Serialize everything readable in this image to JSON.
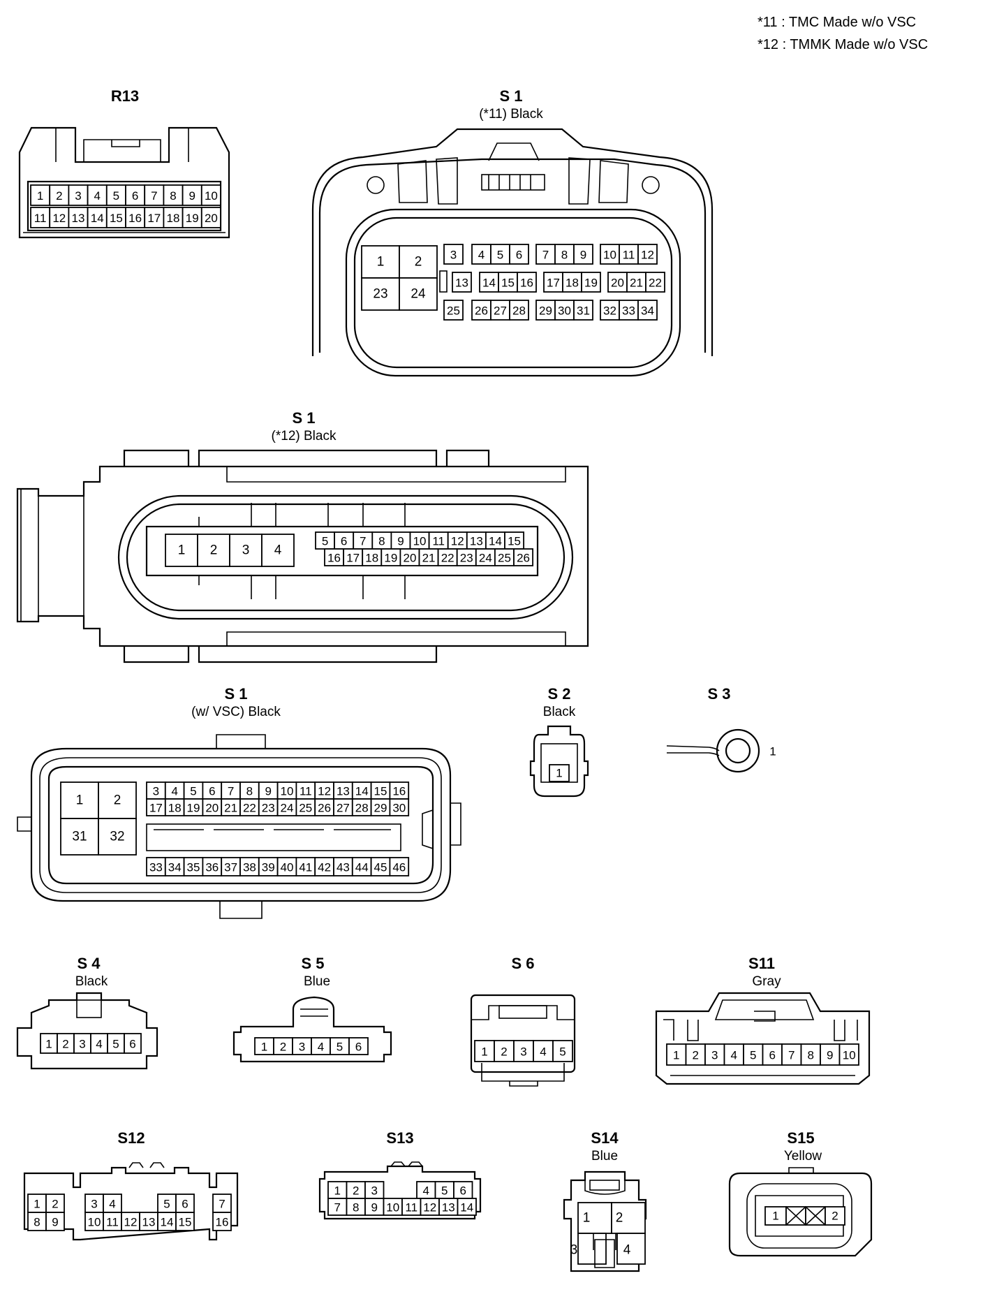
{
  "notes": [
    "*11 : TMC Made w/o VSC",
    "*12 : TMMK Made w/o VSC"
  ],
  "connectors": {
    "r13": {
      "name": "R13"
    },
    "s1a": {
      "name": "S 1",
      "sub": "(*11)  Black",
      "rows": [
        [
          "3",
          "4",
          "5",
          "6",
          "7",
          "8",
          "9",
          "10",
          "11",
          "12"
        ],
        [
          "13",
          "14",
          "15",
          "16",
          "17",
          "18",
          "19",
          "20",
          "21",
          "22"
        ],
        [
          "25",
          "26",
          "27",
          "28",
          "29",
          "30",
          "31",
          "32",
          "33",
          "34"
        ]
      ]
    },
    "s1b": {
      "name": "S 1",
      "sub": "(*12)  Black"
    },
    "s1c": {
      "name": "S 1",
      "sub": "(w/ VSC)  Black"
    },
    "s2": {
      "name": "S 2",
      "sub": "Black",
      "pin": "1"
    },
    "s3": {
      "name": "S 3",
      "pin": "1"
    },
    "s4": {
      "name": "S 4",
      "sub": "Black"
    },
    "s5": {
      "name": "S 5",
      "sub": "Blue"
    },
    "s6": {
      "name": "S 6"
    },
    "s11": {
      "name": "S11",
      "sub": "Gray"
    },
    "s12": {
      "name": "S12"
    },
    "s13": {
      "name": "S13"
    },
    "s14": {
      "name": "S14",
      "sub": "Blue",
      "pins": [
        "1",
        "2",
        "3",
        "4"
      ]
    },
    "s15": {
      "name": "S15",
      "sub": "Yellow",
      "pins": [
        "1",
        "2"
      ]
    }
  }
}
